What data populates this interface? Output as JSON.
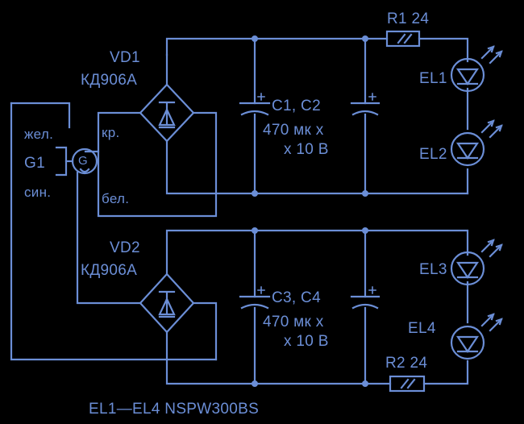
{
  "colors": {
    "background": "#000000",
    "ink": "#6b8ed6"
  },
  "labels": {
    "vd1": "VD1",
    "vd1_part": "КД906А",
    "vd2": "VD2",
    "vd2_part": "КД906А",
    "r1": "R1 24",
    "r2": "R2 24",
    "el1": "EL1",
    "el2": "EL2",
    "el3": "EL3",
    "el4": "EL4",
    "c12": "C1, C2",
    "c34": "C3, C4",
    "cap_value_top_1": "470 мк х",
    "cap_value_top_2": "х 10 В",
    "cap_value_bot_1": "470 мк х",
    "cap_value_bot_2": "х 10 В",
    "g1": "G1",
    "g_symbol": "G",
    "yellow": "жел.",
    "blue": "син.",
    "red": "кр.",
    "white": "бел.",
    "caption": "EL1—EL4 NSPW300BS"
  }
}
